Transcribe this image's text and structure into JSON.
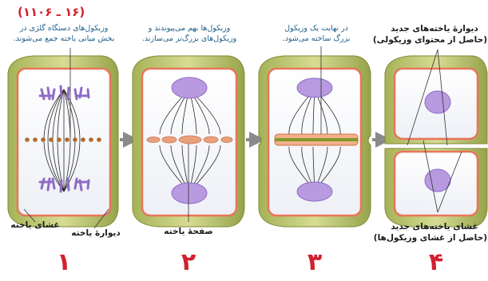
{
  "title": "(۱۶ ـ ۱۱۰۶)",
  "stages": [
    {
      "number": "۱",
      "caption": [
        "وزیکول‌های دستگاه گلژی در",
        "بخش میانی یاخته جمع می‌شوند."
      ],
      "labels": [
        "غشای یاخته",
        "دیوارهٔ یاخته"
      ]
    },
    {
      "number": "۲",
      "caption": [
        "وزیکول‌ها بهم می‌پیوندند و",
        "وزیکول‌های بزرگ‌تر می‌سازند."
      ],
      "labels": [
        "صفحهٔ یاخته"
      ]
    },
    {
      "number": "۳",
      "caption": [
        "در نهایت یک وزیکول",
        "بزرگ ساخته می‌شود."
      ],
      "labels": []
    },
    {
      "number": "۴",
      "caption": [
        "دیوارهٔ یاخته‌های جدید",
        "(حاصل از محتوای وزیکولی)"
      ],
      "labels": [
        "غشای یاخته‌های جدید",
        "(حاصل از غشای وزیکول‌ها)"
      ]
    }
  ],
  "colors": {
    "wall": "#b9c46a",
    "wall_dark": "#8e9a3c",
    "membrane": "#e8755a",
    "cytoplasm": "#f7f7fb",
    "chromosome": "#8f6bc7",
    "nucleus": "#b89ae0",
    "vesicle": "#e9a07d",
    "spindle": "#2a2a2a",
    "arrow": "#8a8a8a",
    "number": "#d2202f",
    "caption": "#1f5f8a"
  }
}
